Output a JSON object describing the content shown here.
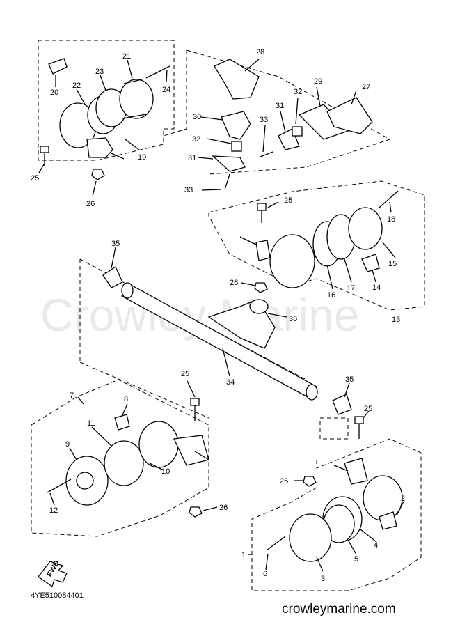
{
  "watermark": "Crowley Marine",
  "diagram_code": "4YE510084401",
  "site": "crowleymarine.com",
  "fwd": "FWD",
  "labels": {
    "p1": "1",
    "p2": "2",
    "p3": "3",
    "p4": "4",
    "p5": "5",
    "p6": "6",
    "p7": "7",
    "p8": "8",
    "p9": "9",
    "p10": "10",
    "p11": "11",
    "p12": "12",
    "p13": "13",
    "p14": "14",
    "p15": "15",
    "p16": "16",
    "p17": "17",
    "p18": "18",
    "p19": "19",
    "p20": "20",
    "p21": "21",
    "p22": "22",
    "p23": "23",
    "p24": "24",
    "p25": "25",
    "p26": "26",
    "p27": "27",
    "p28": "28",
    "p29": "29",
    "p30": "30",
    "p31": "31",
    "p32": "32",
    "p33": "33",
    "p34": "34",
    "p35": "35",
    "p36": "36"
  }
}
